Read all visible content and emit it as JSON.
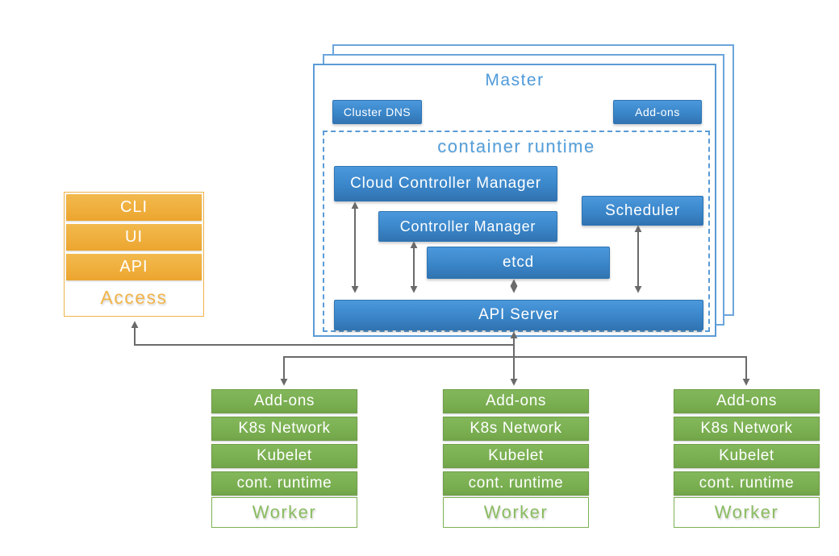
{
  "diagram": {
    "master": {
      "title": "Master",
      "badges": {
        "cluster_dns": "Cluster DNS",
        "addons": "Add-ons"
      },
      "container_runtime": {
        "title": "container runtime",
        "cloud_controller_manager": "Cloud Controller Manager",
        "controller_manager": "Controller Manager",
        "scheduler": "Scheduler",
        "etcd": "etcd",
        "api_server": "API Server"
      }
    },
    "access": {
      "items": [
        "CLI",
        "UI",
        "API"
      ],
      "label": "Access"
    },
    "worker": {
      "rows": [
        "Add-ons",
        "K8s Network",
        "Kubelet",
        "cont. runtime"
      ],
      "label": "Worker"
    },
    "colors": {
      "component_blue": "#3A86C9",
      "outline_light_blue": "#5B9BD5",
      "access_orange": "#F0AF3D",
      "worker_green": "#7CB153",
      "arrow_gray": "#6A6A6A"
    }
  }
}
